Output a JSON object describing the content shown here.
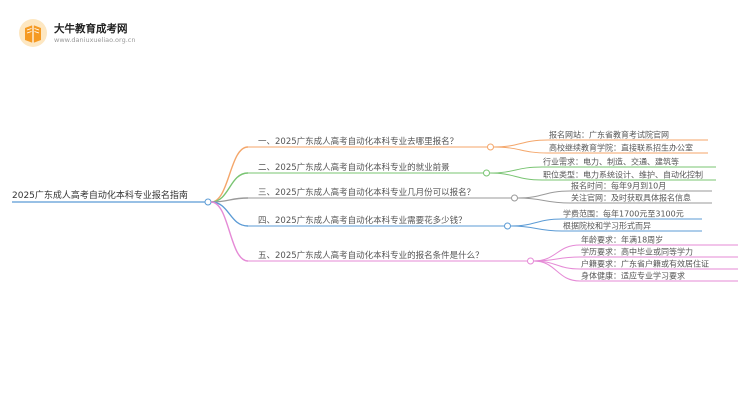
{
  "brand": {
    "name": "大牛教育成考网",
    "site": "www.daniuxueliao.org.cn"
  },
  "mindmap": {
    "root": "2025广东成人高考自动化本科专业报名指南",
    "branches": [
      {
        "label": "一、2025广东成人高考自动化本科专业去哪里报名？",
        "color": "#f4a66a",
        "leaves": [
          "报名网站：广东省教育考试院官网",
          "高校继续教育学院：直接联系招生办公室"
        ]
      },
      {
        "label": "二、2025广东成人高考自动化本科专业的就业前景",
        "color": "#79c472",
        "leaves": [
          "行业需求：电力、制造、交通、建筑等",
          "职位类型：电力系统设计、维护、自动化控制"
        ]
      },
      {
        "label": "三、2025广东成人高考自动化本科专业几月份可以报名？",
        "color": "#9a9a9a",
        "leaves": [
          "报名时间：每年9月到10月",
          "关注官网：及时获取具体报名信息"
        ]
      },
      {
        "label": "四、2025广东成人高考自动化本科专业需要花多少钱？",
        "color": "#5b9bd5",
        "leaves": [
          "学费范围：每年1700元至3100元",
          "根据院校和学习形式而异"
        ]
      },
      {
        "label": "五、2025广东成人高考自动化本科专业的报名条件是什么？",
        "color": "#e58ad6",
        "leaves": [
          "年龄要求：年满18周岁",
          "学历要求：高中毕业或同等学力",
          "户籍要求：广东省户籍或有效居住证",
          "身体健康：适应专业学习要求"
        ]
      }
    ]
  }
}
